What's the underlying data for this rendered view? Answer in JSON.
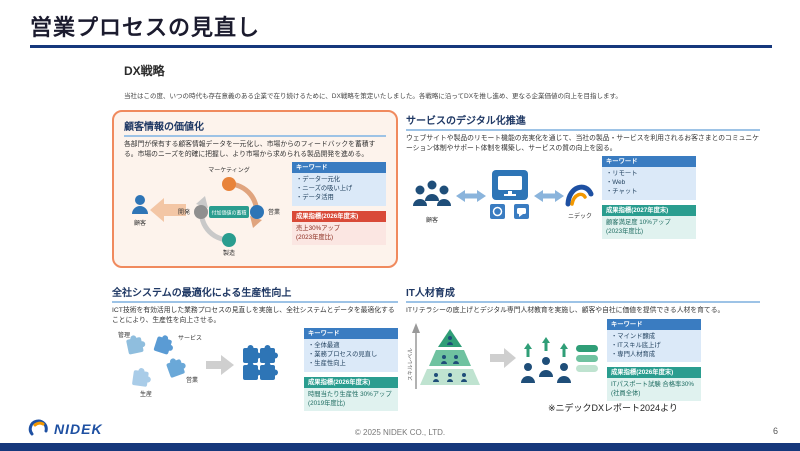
{
  "slide": {
    "title": "営業プロセスの見直し",
    "source_note": "※ニデックDXレポート2024より",
    "footer": {
      "brand": "NIDEK",
      "copyright": "© 2025 NIDEK CO., LTD.",
      "page_number": "6"
    },
    "colors": {
      "accent_navy": "#16387c",
      "heading_blue": "#1f3864",
      "underline_blue": "#9dc3e6",
      "orange_border": "#f08a5e",
      "keyword_blue": "#3a7cc1",
      "kpi_red": "#d94a38",
      "kpi_teal": "#2a9d8f"
    }
  },
  "intro": {
    "heading": "DX戦略",
    "body": "当社はこの度、いつの時代も存在意義のある企業で在り続けるために、DX戦略を策定いたしました。各戦略に沿ってDXを推し進め、更なる企業価値の向上を目指します。"
  },
  "q1": {
    "heading": "顧客情報の価値化",
    "body": "各部門が保有する顧客情報データを一元化し、市場からのフィードバックを蓄積する。市場のニーズを的確に把握し、より市場から求められる製品開発を進める。",
    "diagram": {
      "customer": "顧客",
      "top": "マーケティング",
      "right": "営業",
      "bottom": "製造",
      "left": "開発",
      "center": "付加価値の蓄積"
    },
    "keywords": {
      "title": "キーワード",
      "items": [
        "・データ一元化",
        "・ニーズの吸い上げ",
        "・データ活用"
      ]
    },
    "kpi": {
      "title": "成果指標(2026年度末)",
      "lines": [
        "売上30%アップ",
        "(2023年度比)"
      ]
    }
  },
  "q2": {
    "heading": "サービスのデジタル化推進",
    "body": "ウェブサイトや製品のリモート機能の充実化を通じて、当社の製品・サービスを利用されるお客さまとのコミュニケーション体制やサポート体制を構築し、サービスの質の向上を図る。",
    "diagram": {
      "customer": "顧客",
      "company": "ニデック"
    },
    "keywords": {
      "title": "キーワード",
      "items": [
        "・リモート",
        "・Web",
        "・チャット"
      ]
    },
    "kpi": {
      "title": "成果指標(2027年度末)",
      "lines": [
        "顧客満足度 10%アップ",
        "(2023年度比)"
      ]
    }
  },
  "q3": {
    "heading": "全社システムの最適化による生産性向上",
    "body": "ICT技術を有効活用した業務プロセスの見直しを実施し、全社システムとデータを最適化することにより、生産性を向上させる。",
    "diagram": {
      "labels": [
        "管理",
        "サービス",
        "生産",
        "営業"
      ]
    },
    "keywords": {
      "title": "キーワード",
      "items": [
        "・全体最適",
        "・業務プロセスの見直し",
        "・生産性向上"
      ]
    },
    "kpi": {
      "title": "成果指標(2026年度末)",
      "lines": [
        "時間当たり生産性 30%アップ",
        "(2019年度比)"
      ]
    }
  },
  "q4": {
    "heading": "IT人材育成",
    "body": "ITリテラシーの底上げとデジタル専門人材教育を実施し、顧客や自社に価値を提供できる人材を育てる。",
    "diagram": {
      "axis": "スキルレベル"
    },
    "keywords": {
      "title": "キーワード",
      "items": [
        "・マインド醸成",
        "・ITスキル底上げ",
        "・専門人材育成"
      ]
    },
    "kpi": {
      "title": "成果指標(2026年度末)",
      "lines": [
        "ITパスポート試験 合格率30%",
        "(社員全体)"
      ]
    }
  }
}
